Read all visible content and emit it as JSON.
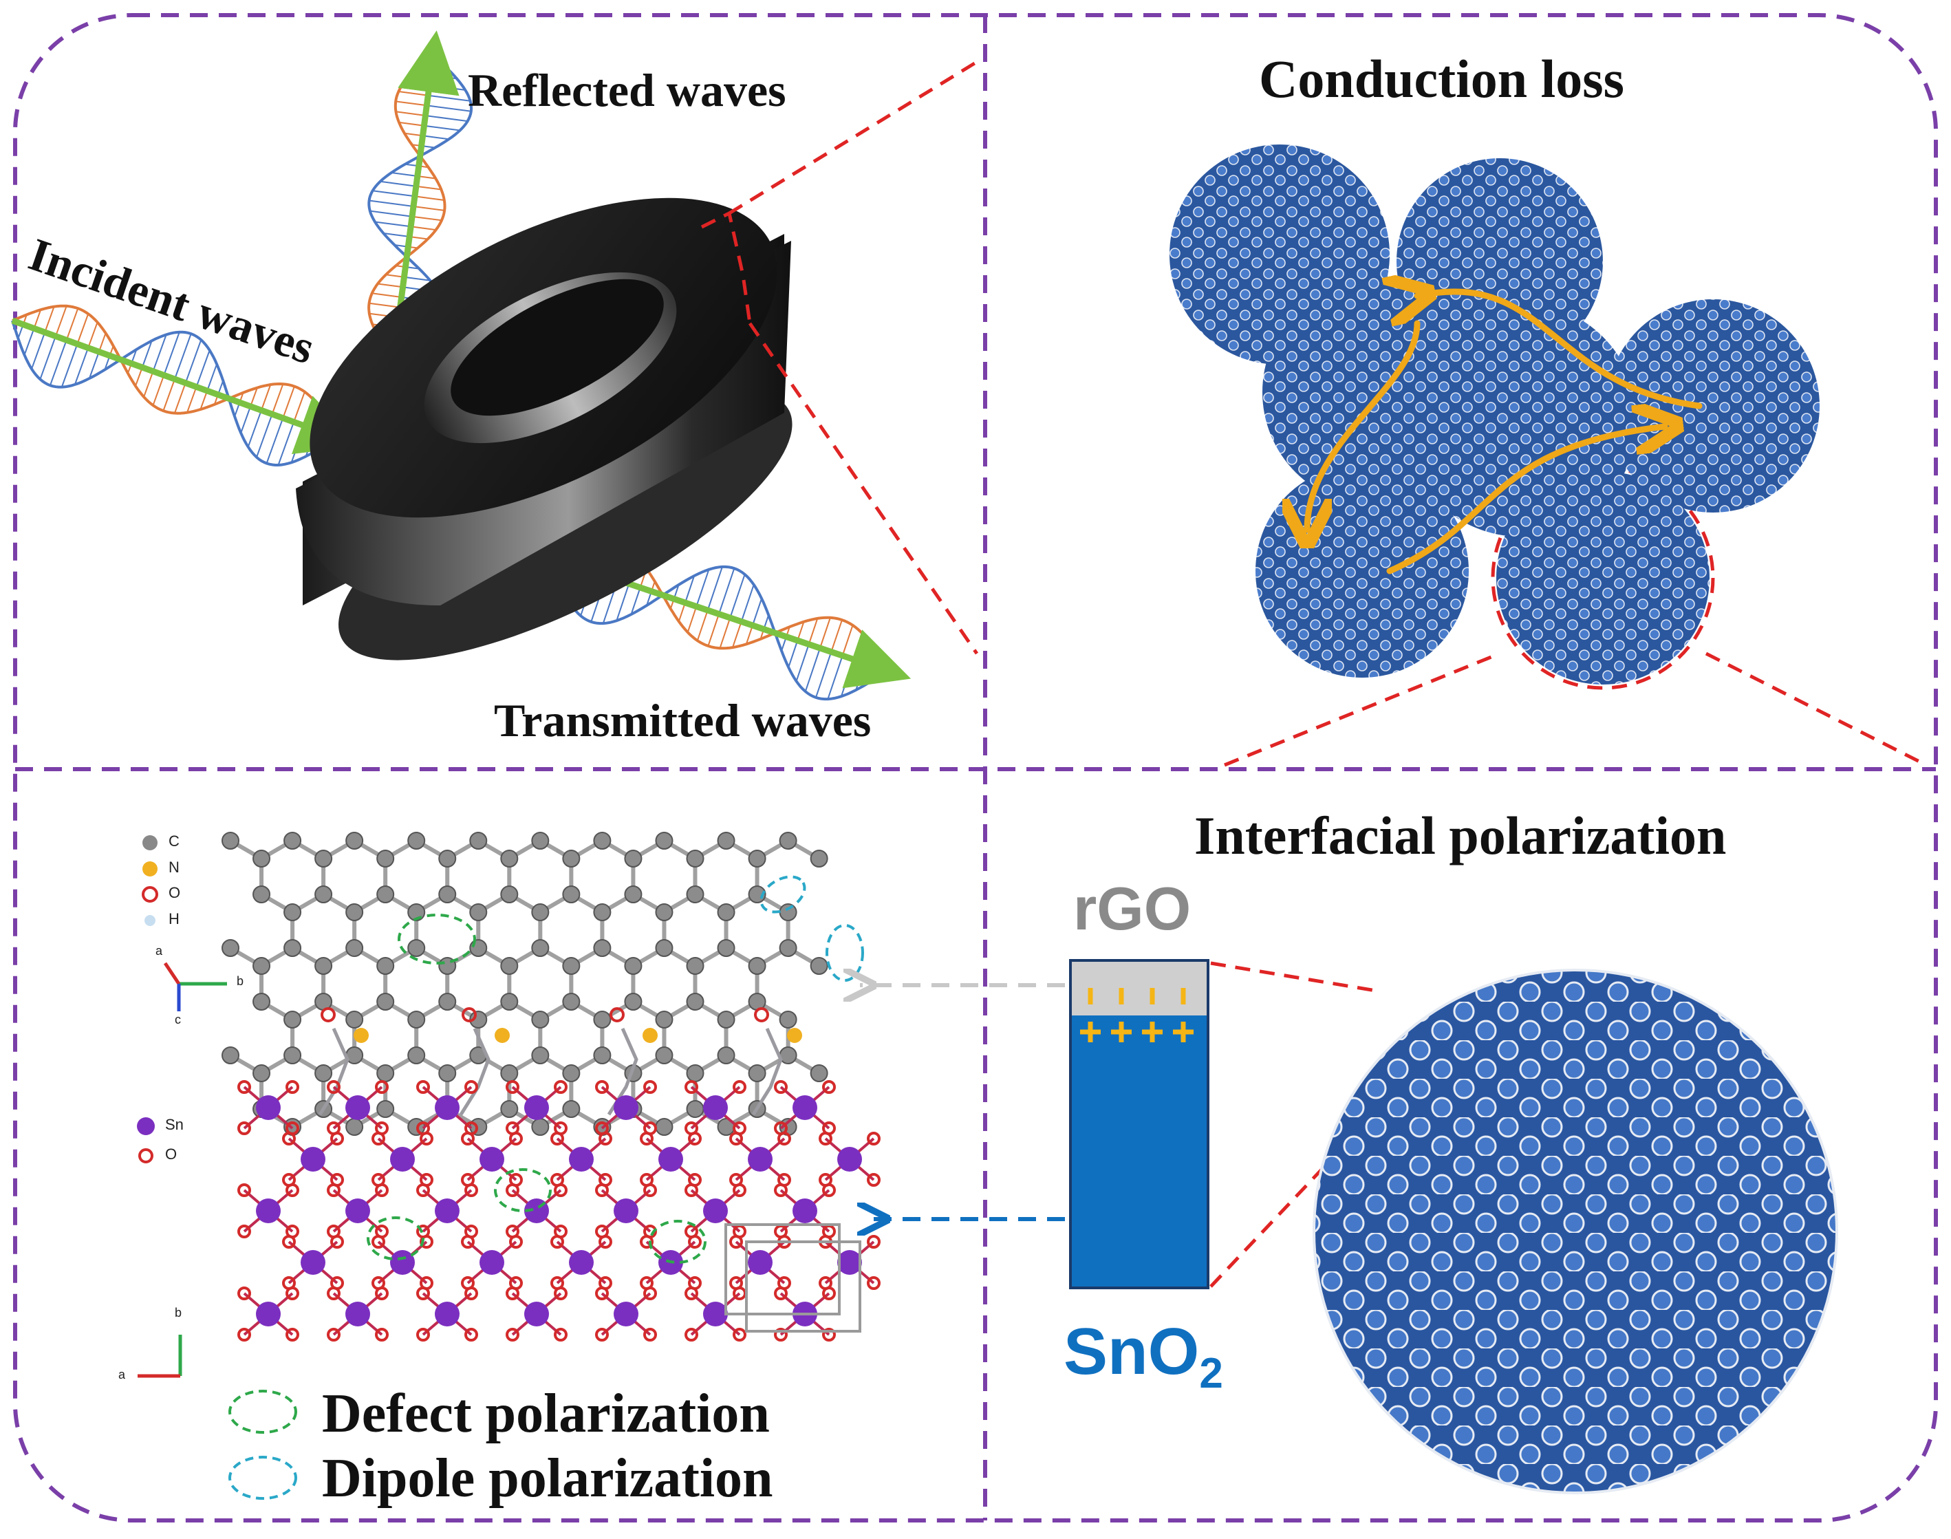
{
  "panels": {
    "top_left": {
      "reflected": "Reflected waves",
      "incident": "Incident waves",
      "transmitted": "Transmitted waves"
    },
    "top_right": {
      "title": "Conduction loss"
    },
    "bottom_left": {
      "atom_legend_top": [
        "C",
        "N",
        "O",
        "H"
      ],
      "atom_legend_bottom": [
        "Sn",
        "O"
      ],
      "axes_top": [
        "a",
        "b",
        "c"
      ],
      "axes_bottom": [
        "b",
        "a"
      ],
      "defect_label": "Defect polarization",
      "dipole_label": "Dipole polarization"
    },
    "bottom_right": {
      "title": "Interfacial polarization",
      "rgo": "rGO",
      "sno2_base": "SnO",
      "sno2_sub": "2"
    }
  },
  "colors": {
    "frame": "#7a3fa8",
    "zoom_line": "#e02424",
    "wave_arrow": "#7cc242",
    "wave_blue": "#4a78c4",
    "wave_orange": "#e07a3a",
    "path_arrow": "#f0a818",
    "sphere_blue": "#2f5da8",
    "rgo_gray": "#8a8a8a",
    "sno2_blue": "#1070c0",
    "defect_green": "#2ea84a",
    "dipole_cyan": "#2aa8c8",
    "sn_purple": "#7b2fc0",
    "o_red": "#d42a2a"
  }
}
